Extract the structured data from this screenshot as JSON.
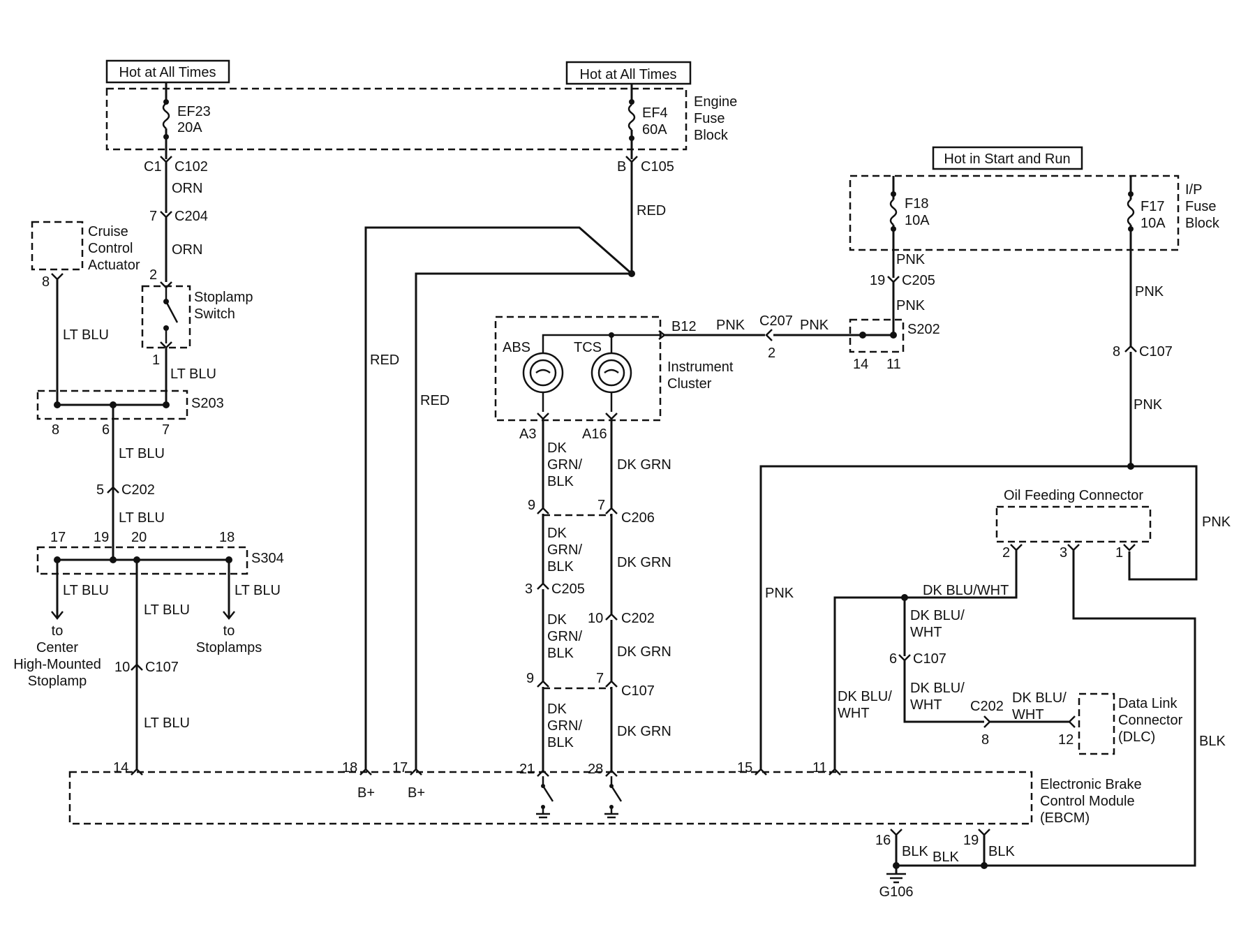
{
  "power": {
    "hot_at_all_times_1": "Hot at All Times",
    "hot_at_all_times_2": "Hot at All Times",
    "hot_in_start_and_run": "Hot in Start and Run"
  },
  "fuses": {
    "ef23": "EF23",
    "ef23_rating": "20A",
    "ef4": "EF4",
    "ef4_rating": "60A",
    "f18": "F18",
    "f18_rating": "10A",
    "f17": "F17",
    "f17_rating": "10A"
  },
  "blocks": {
    "engine_fuse_block": [
      "Engine",
      "Fuse",
      "Block"
    ],
    "ip_fuse_block": [
      "I/P",
      "Fuse",
      "Block"
    ],
    "cruise_control_actuator": [
      "Cruise",
      "Control",
      "Actuator"
    ],
    "stoplamp_switch": [
      "Stoplamp",
      "Switch"
    ],
    "instrument_cluster": [
      "Instrument",
      "Cluster"
    ],
    "oil_feeding_connector": "Oil Feeding Connector",
    "data_link_connector": [
      "Data Link",
      "Connector",
      "(DLC)"
    ],
    "ebcm": [
      "Electronic Brake",
      "Control Module",
      "(EBCM)"
    ],
    "abs": "ABS",
    "tcs": "TCS",
    "ground": "G106"
  },
  "connectors": {
    "c102": "C102",
    "c102_pin": "C1",
    "c105": "C105",
    "c105_pin": "B",
    "c204": "C204",
    "c204_pin": "7",
    "c205_top": "C205",
    "c205_top_pin": "19",
    "c207": "C207",
    "c207_pin": "2",
    "c107_right": "C107",
    "c107_right_pin": "8",
    "c202_left": "C202",
    "c202_left_pin": "5",
    "c107_left": "C107",
    "c107_left_pin": "10",
    "c206": "C206",
    "c206_pin_a": "9",
    "c206_pin_b": "7",
    "c205_mid": "C205",
    "c205_mid_pin": "3",
    "c202_mid": "C202",
    "c202_mid_pin": "10",
    "c107_mid": "C107",
    "c107_mid_pin_a": "9",
    "c107_mid_pin_b": "7",
    "c107_dlc": "C107",
    "c107_dlc_pin": "6",
    "c202_dlc": "C202",
    "c202_dlc_pin": "8",
    "dlc_pin": "12",
    "b12": "B12",
    "a3": "A3",
    "a16": "A16"
  },
  "splices": {
    "s203": "S203",
    "s203_pins": [
      "8",
      "6",
      "7"
    ],
    "s304": "S304",
    "s304_pins": [
      "17",
      "19",
      "20",
      "18"
    ],
    "s202": "S202",
    "s202_pins": [
      "14",
      "11"
    ]
  },
  "pins": {
    "stoplamp_in": "2",
    "stoplamp_out": "1",
    "cruise_pin": "8",
    "ebcm_14": "14",
    "ebcm_18": "18",
    "ebcm_17": "17",
    "ebcm_21": "21",
    "ebcm_28": "28",
    "ebcm_15": "15",
    "ebcm_11": "11",
    "ebcm_16": "16",
    "ebcm_19": "19",
    "oil_2": "2",
    "oil_3": "3",
    "oil_1": "1",
    "b_plus_1": "B+",
    "b_plus_2": "B+"
  },
  "wires": {
    "orn": "ORN",
    "red": "RED",
    "pnk": "PNK",
    "lt_blu": "LT BLU",
    "dk_grn": "DK GRN",
    "dk_grn_blk": [
      "DK",
      "GRN/",
      "BLK"
    ],
    "dk_blu_wht": "DK BLU/WHT",
    "dk_blu_wht_split": [
      "DK BLU/",
      "WHT"
    ],
    "blk": "BLK"
  },
  "destinations": {
    "center_stoplamp": [
      "to",
      "Center",
      "High-Mounted",
      "Stoplamp"
    ],
    "stoplamps": [
      "to",
      "Stoplamps"
    ]
  }
}
